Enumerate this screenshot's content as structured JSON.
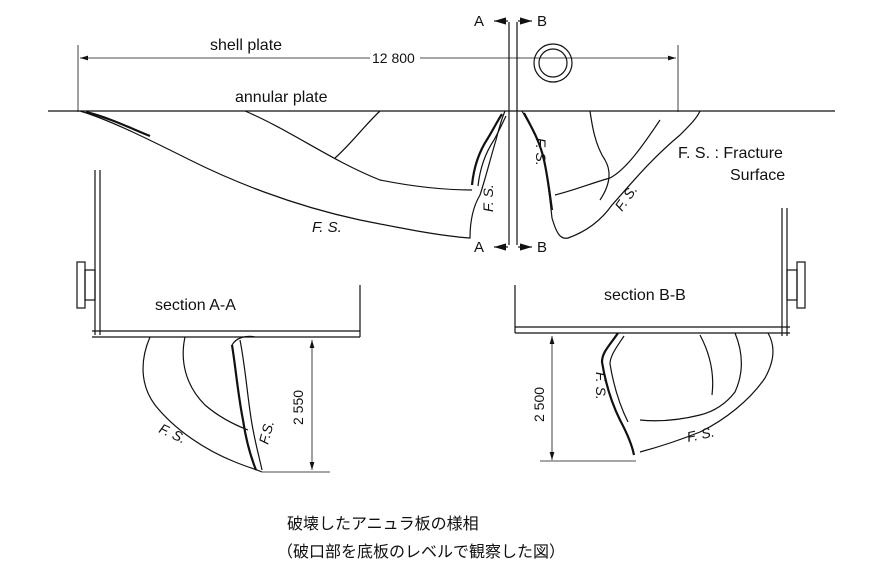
{
  "labels": {
    "shell_plate": "shell plate",
    "annular_plate": "annular plate",
    "dim_length": "12 800",
    "section_mark_a": "A",
    "section_mark_b": "B",
    "fs_legend_1": "F. S. : Fracture",
    "fs_legend_2": "Surface",
    "fs": "F. S.",
    "fs_short": "F.S.",
    "section_aa": "section A-A",
    "section_bb": "section B-B",
    "dim_aa": "2 550",
    "dim_bb": "2 500"
  },
  "caption": {
    "line1": "破壊したアニュラ板の様相",
    "line2": "（破口部を底板のレベルで観察した図）"
  }
}
